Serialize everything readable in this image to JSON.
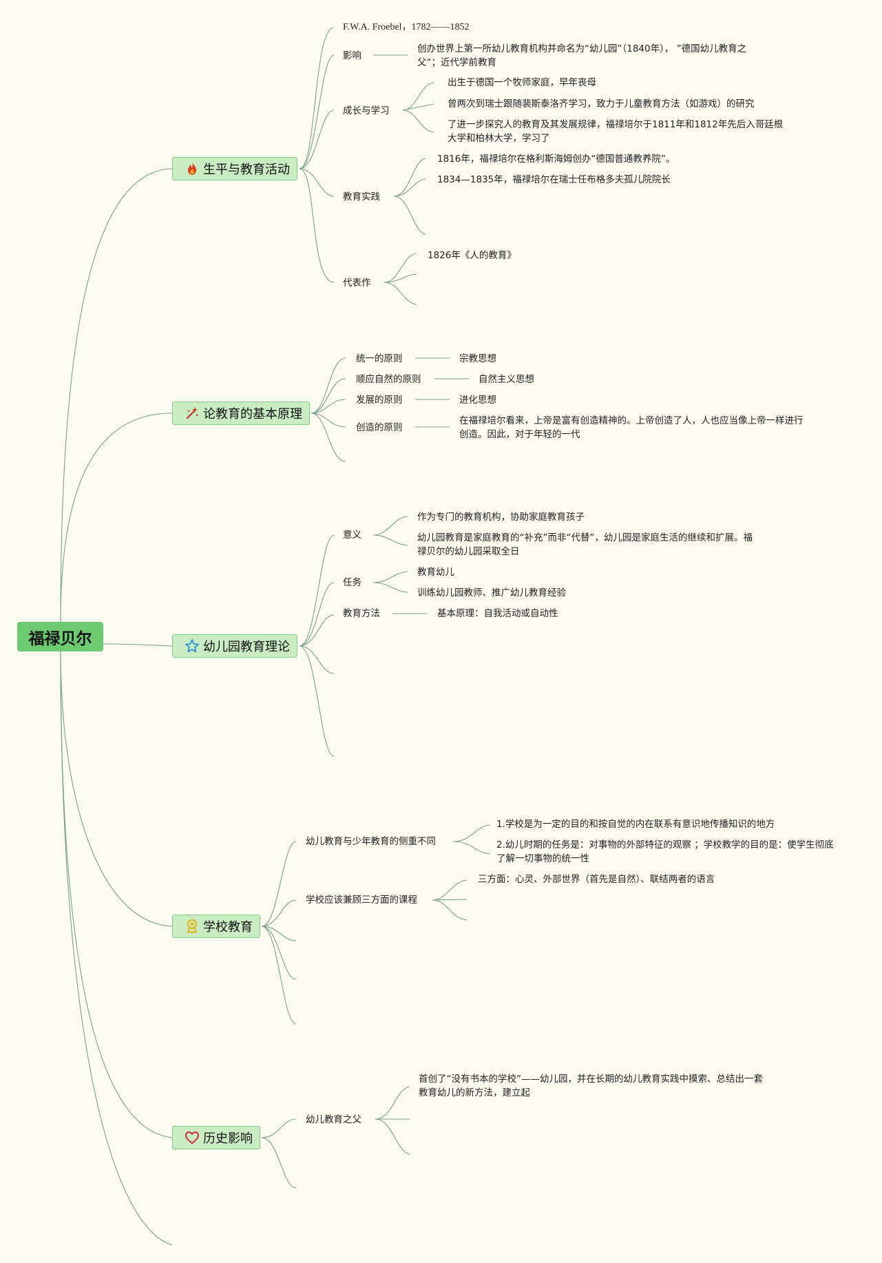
{
  "colors": {
    "background": "#fcfbf1",
    "root": "#6ccb70",
    "branch": "#c9ecc3",
    "line": "#7a9e8e"
  },
  "root": "福禄贝尔",
  "b1": {
    "label": "生平与教育活动",
    "icon": "fire-icon",
    "name_dates": "F.W.A. Froebel，1782——1852",
    "influence": {
      "label": "影响",
      "text": "创办世界上第一所幼儿教育机构并命名为“幼儿园”（1840年）， ”德国幼儿教育之父“；近代学前教育"
    },
    "growth": {
      "label": "成长与学习",
      "items": [
        "出生于德国一个牧师家庭，早年丧母",
        "曾两次到瑞士跟随裴斯泰洛齐学习，致力于儿童教育方法（如游戏）的研究",
        "了进一步探究人的教育及其发展规律，福禄培尔于1811年和1812年先后入哥廷根大学和柏林大学，学习了"
      ]
    },
    "practice": {
      "label": "教育实践",
      "items": [
        "1816年，福禄培尔在格利斯海姆创办“德国普通教养院”。",
        "1834—1835年，福禄培尔在瑞士任布格多夫孤儿院院长"
      ]
    },
    "works": {
      "label": "代表作",
      "items": [
        "1826年《人的教育》"
      ]
    }
  },
  "b2": {
    "label": "论教育的基本原理",
    "icon": "magic-wand-icon",
    "rows": [
      {
        "label": "统一的原则",
        "value": "宗教思想"
      },
      {
        "label": "顺应自然的原则",
        "value": "自然主义思想"
      },
      {
        "label": "发展的原则",
        "value": "进化思想"
      },
      {
        "label": "创造的原则",
        "value": "在福禄培尔看来，上帝是富有创造精神的。上帝创造了人，人也应当像上帝一样进行创造。因此，对于年轻的一代"
      }
    ]
  },
  "b3": {
    "label": "幼儿园教育理论",
    "icon": "star-icon",
    "meaning": {
      "label": "意义",
      "items": [
        "作为专门的教育机构，协助家庭教育孩子",
        "幼儿园教育是家庭教育的“补充”而非“代替”，幼儿园是家庭生活的继续和扩展。福禄贝尔的幼儿园采取全日"
      ]
    },
    "task": {
      "label": "任务",
      "items": [
        "教育幼儿",
        "训练幼儿园教师、推广幼儿教育经验"
      ]
    },
    "method": {
      "label": "教育方法",
      "value": "基本原理：自我活动或自动性"
    }
  },
  "b4": {
    "label": "学校教育",
    "icon": "medal-icon",
    "diff": {
      "label": "幼儿教育与少年教育的侧重不同",
      "items": [
        "1.学校是为一定的目的和按自觉的内在联系有意识地传播知识的地方",
        "2.幼儿时期的任务是：对事物的外部特征的观察 ；学校教学的目的是：使学生彻底了解一切事物的统一性"
      ]
    },
    "curriculum": {
      "label": "学校应该兼顾三方面的课程",
      "items": [
        "三方面：心灵、外部世界（首先是自然）、联结两者的语言"
      ]
    }
  },
  "b5": {
    "label": "历史影响",
    "icon": "heart-icon",
    "father": {
      "label": "幼儿教育之父",
      "text": "首创了“没有书本的学校”——幼儿园，并在长期的幼儿教育实践中摸索、总结出一套教育幼儿的新方法，建立起"
    }
  }
}
